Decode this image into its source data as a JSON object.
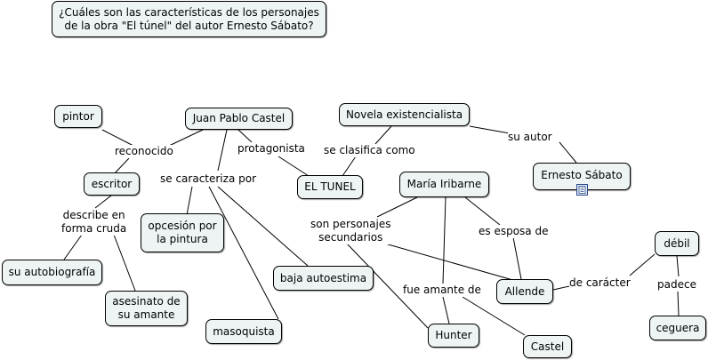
{
  "question": "¿Cuáles son las características de los personajes\nde la obra \"El túnel\" del autor  Ernesto Sábato?",
  "concepts": {
    "pintor": "pintor",
    "juan_pablo_castel": "Juan Pablo Castel",
    "novela_existencialista": "Novela existencialista",
    "ernesto_sabato": "Ernesto Sábato",
    "escritor": "escritor",
    "el_tunel": "EL TUNEL",
    "maria_iribarne": "María Iribarne",
    "opcesion": "opcesión por\nla pintura",
    "debil": "débil",
    "su_autobiografia": "su autobiografía",
    "baja_autoestima": "baja autoestima",
    "allende": "Allende",
    "asesinato": "asesinato de\nsu amante",
    "cegeura": "ceguera",
    "masoquista": "masoquista",
    "hunter": "Hunter",
    "castel": "Castel"
  },
  "linking_phrases": {
    "reconocido": "reconocido",
    "protagonista": "protagonista",
    "se_clasifica_como": "se clasifica como",
    "su_autor": "su autor",
    "se_caracteriza_por": "se caracteriza por",
    "describe": "describe en\nforma cruda",
    "son_personajes": "son personajes\nsecundarios",
    "es_esposa_de": "es esposa de",
    "de_caracter": "de carácter",
    "padece": "padece",
    "fue_amante_de": "fue amante de"
  },
  "icons": [
    "document-icon"
  ]
}
